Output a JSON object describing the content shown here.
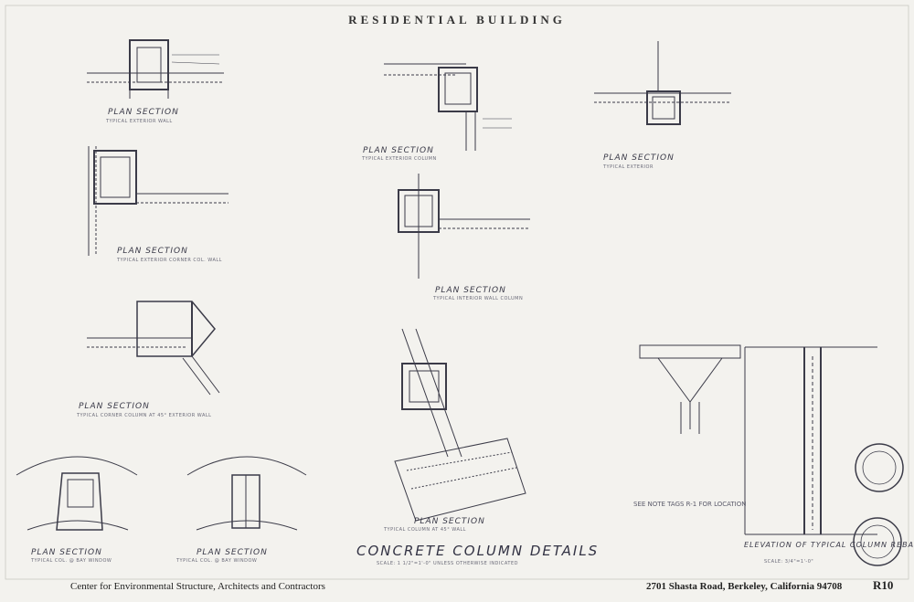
{
  "title": "RESIDENTIAL BUILDING",
  "details": [
    {
      "label": "PLAN SECTION",
      "sub": "TYPICAL EXTERIOR WALL"
    },
    {
      "label": "PLAN SECTION",
      "sub": "TYPICAL EXTERIOR COLUMN"
    },
    {
      "label": "PLAN SECTION",
      "sub": "TYPICAL EXTERIOR"
    },
    {
      "label": "PLAN SECTION",
      "sub": "TYPICAL EXTERIOR CORNER COL. WALL"
    },
    {
      "label": "PLAN SECTION",
      "sub": "TYPICAL INTERIOR WALL COLUMN"
    },
    {
      "label": "PLAN SECTION",
      "sub": "TYPICAL CORNER COLUMN AT 45° EXTERIOR WALL"
    },
    {
      "label": "PLAN SECTION",
      "sub": "TYPICAL COL. @ BAY WINDOW"
    },
    {
      "label": "PLAN SECTION",
      "sub": "TYPICAL COL. @ BAY WINDOW"
    },
    {
      "label": "PLAN SECTION",
      "sub": "TYPICAL COLUMN AT 45° WALL"
    }
  ],
  "main_caption": "CONCRETE COLUMN DETAILS",
  "main_caption_sub": "SCALE: 1 1/2\"=1'-0\" UNLESS OTHERWISE INDICATED",
  "elevation_caption": "ELEVATION OF TYPICAL COLUMN REBAR DETAILS",
  "elevation_scale": "SCALE: 3/4\"=1'-0\"",
  "rebar_note": "SEE NOTE TAGS R-1 FOR LOCATION",
  "footer_left": "Center for Environmental Structure,  Architects and Contractors",
  "footer_right": "2701 Shasta Road,  Berkeley,  California  94708",
  "sheet_number": "R10"
}
